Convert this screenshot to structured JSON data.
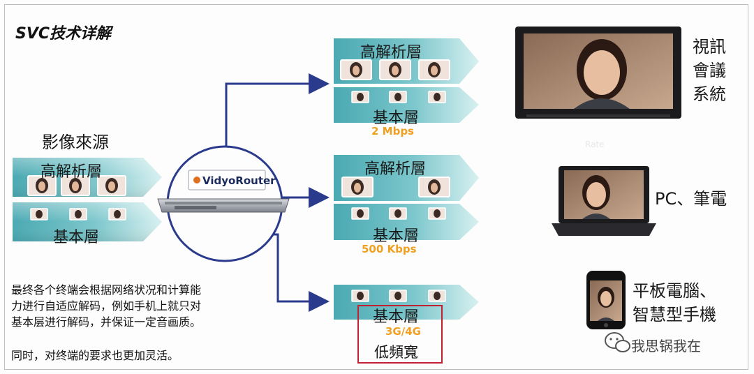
{
  "title": "SVC技术详解",
  "source": {
    "heading": "影像來源",
    "high_layer": "高解析層",
    "base_layer": "基本層"
  },
  "router": {
    "brand": "VidyoRouter"
  },
  "outputs": [
    {
      "high_layer": "高解析層",
      "base_layer": "基本層",
      "rate": "2 Mbps"
    },
    {
      "high_layer": "高解析層",
      "base_layer": "基本層",
      "rate": "500 Kbps"
    },
    {
      "base_layer": "基本層",
      "rate": "3G/4G",
      "rate_note": "低頻寬"
    }
  ],
  "devices": [
    {
      "label_lines": [
        "視訊",
        "會議",
        "系統"
      ]
    },
    {
      "label": "PC、筆電"
    },
    {
      "label_lines": [
        "平板電腦、",
        "智慧型手機"
      ]
    }
  ],
  "description": {
    "paragraph1_lines": [
      "最终各个终端会根据网络状况和计算能",
      "力进行自适应解码，例如手机上就只对",
      "基本层进行解码，并保证一定音画质。"
    ],
    "paragraph2": "同时，对终端的要求也更加灵活。"
  },
  "watermark": "我思锅我在",
  "ghost_text": "Rate",
  "colors": {
    "band_teal": "#5fb8bf",
    "arrow_navy": "#2a3a8c",
    "rate_orange": "#f0a020",
    "highlight_red": "#c02030"
  }
}
